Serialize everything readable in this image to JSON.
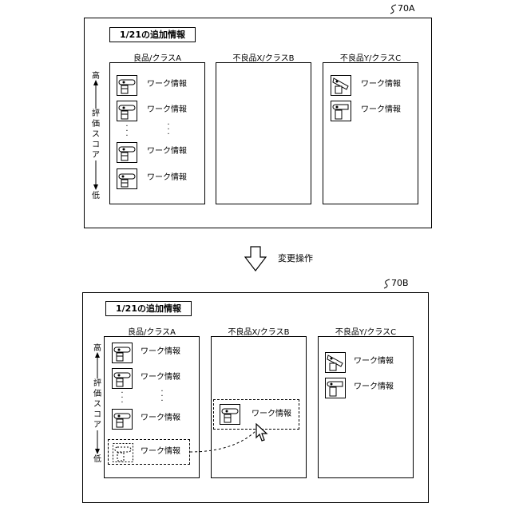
{
  "top": {
    "ref": "70A",
    "badge": "1/21の追加情報",
    "columns": [
      {
        "title": "良品/クラスA",
        "items": [
          "ワーク情報",
          "ワーク情報",
          "ワーク情報",
          "ワーク情報"
        ]
      },
      {
        "title": "不良品X/クラスB",
        "items": []
      },
      {
        "title": "不良品Y/クラスC",
        "items": [
          "ワーク情報",
          "ワーク情報"
        ]
      }
    ],
    "axis": {
      "high": "高",
      "label": "評価スコア",
      "low": "低"
    }
  },
  "operation": "変更操作",
  "bottom": {
    "ref": "70B",
    "badge": "1/21の追加情報",
    "columns": [
      {
        "title": "良品/クラスA",
        "items": [
          "ワーク情報",
          "ワーク情報",
          "ワーク情報"
        ],
        "ghost_item": "ワーク情報"
      },
      {
        "title": "不良品X/クラスB",
        "moved_item": "ワーク情報"
      },
      {
        "title": "不良品Y/クラスC",
        "items": [
          "ワーク情報",
          "ワーク情報"
        ]
      }
    ],
    "axis": {
      "high": "高",
      "label": "評価スコア",
      "low": "低"
    }
  }
}
